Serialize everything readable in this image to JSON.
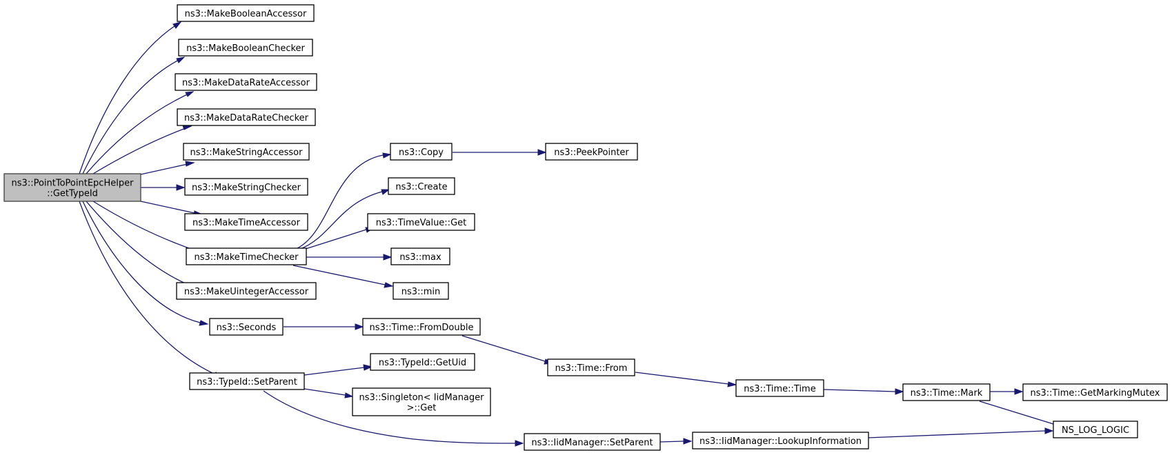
{
  "colors": {
    "edge": "#191970",
    "root_fill": "#bfbfbf",
    "node_border": "#000000"
  },
  "nodes": {
    "root": [
      "ns3::PointToPointEpcHelper",
      "::GetTypeId"
    ],
    "mba": [
      "ns3::MakeBooleanAccessor"
    ],
    "mbc": [
      "ns3::MakeBooleanChecker"
    ],
    "mdra": [
      "ns3::MakeDataRateAccessor"
    ],
    "mdrc": [
      "ns3::MakeDataRateChecker"
    ],
    "msa": [
      "ns3::MakeStringAccessor"
    ],
    "msc": [
      "ns3::MakeStringChecker"
    ],
    "mta": [
      "ns3::MakeTimeAccessor"
    ],
    "mtc": [
      "ns3::MakeTimeChecker"
    ],
    "mua": [
      "ns3::MakeUintegerAccessor"
    ],
    "sec": [
      "ns3::Seconds"
    ],
    "tsp": [
      "ns3::TypeId::SetParent"
    ],
    "copy": [
      "ns3::Copy"
    ],
    "peek": [
      "ns3::PeekPointer"
    ],
    "create": [
      "ns3::Create"
    ],
    "tvget": [
      "ns3::TimeValue::Get"
    ],
    "max": [
      "ns3::max"
    ],
    "min": [
      "ns3::min"
    ],
    "fromd": [
      "ns3::Time::FromDouble"
    ],
    "from": [
      "ns3::Time::From"
    ],
    "time": [
      "ns3::Time::Time"
    ],
    "mark": [
      "ns3::Time::Mark"
    ],
    "gmm": [
      "ns3::Time::GetMarkingMutex"
    ],
    "nslog": [
      "NS_LOG_LOGIC"
    ],
    "getuid": [
      "ns3::TypeId::GetUid"
    ],
    "singget": [
      "ns3::Singleton< IidManager",
      ">::Get"
    ],
    "iidsp": [
      "ns3::IidManager::SetParent"
    ],
    "lookup": [
      "ns3::IidManager::LookupInformation"
    ]
  }
}
